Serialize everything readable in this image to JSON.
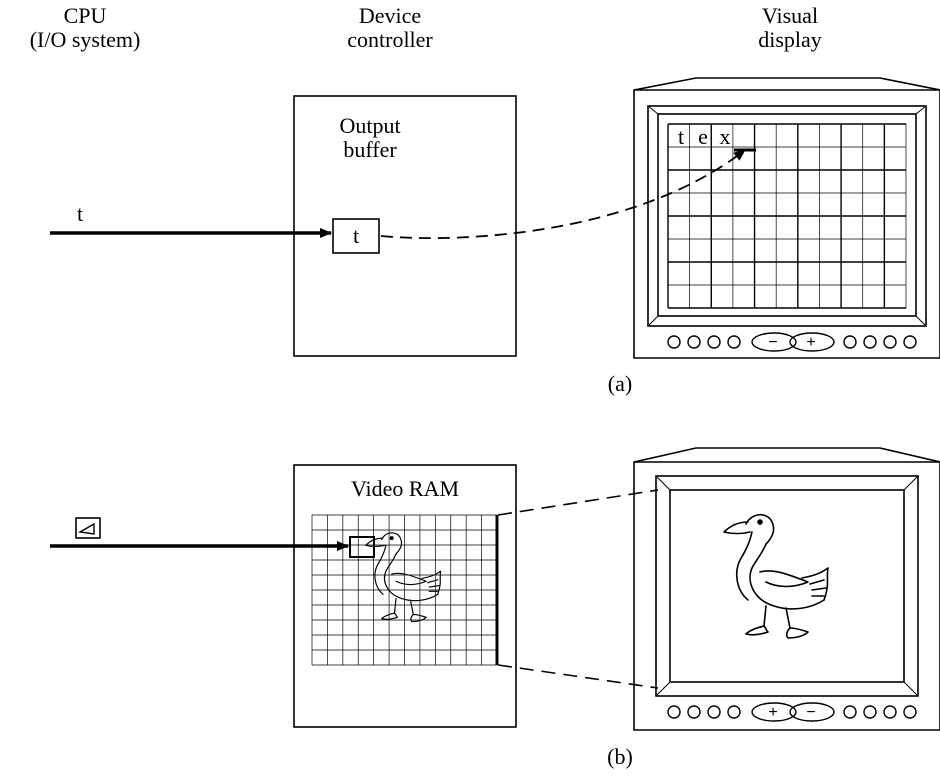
{
  "headers": {
    "cpu": [
      "CPU",
      "(I/O system)"
    ],
    "device": [
      "Device",
      "controller"
    ],
    "visual": [
      "Visual",
      "display"
    ]
  },
  "panel_a": {
    "caption": "(a)",
    "buffer_label": [
      "Output",
      "buffer"
    ],
    "input_char": "t",
    "buffer_char": "t",
    "screen_text": [
      "t",
      "e",
      "x"
    ]
  },
  "panel_b": {
    "caption": "(b)",
    "video_ram_label": "Video RAM"
  },
  "icons": {
    "duck": "duck-icon",
    "glyph": "pixel-glyph-icon",
    "monitor": "crt-monitor-icon"
  }
}
